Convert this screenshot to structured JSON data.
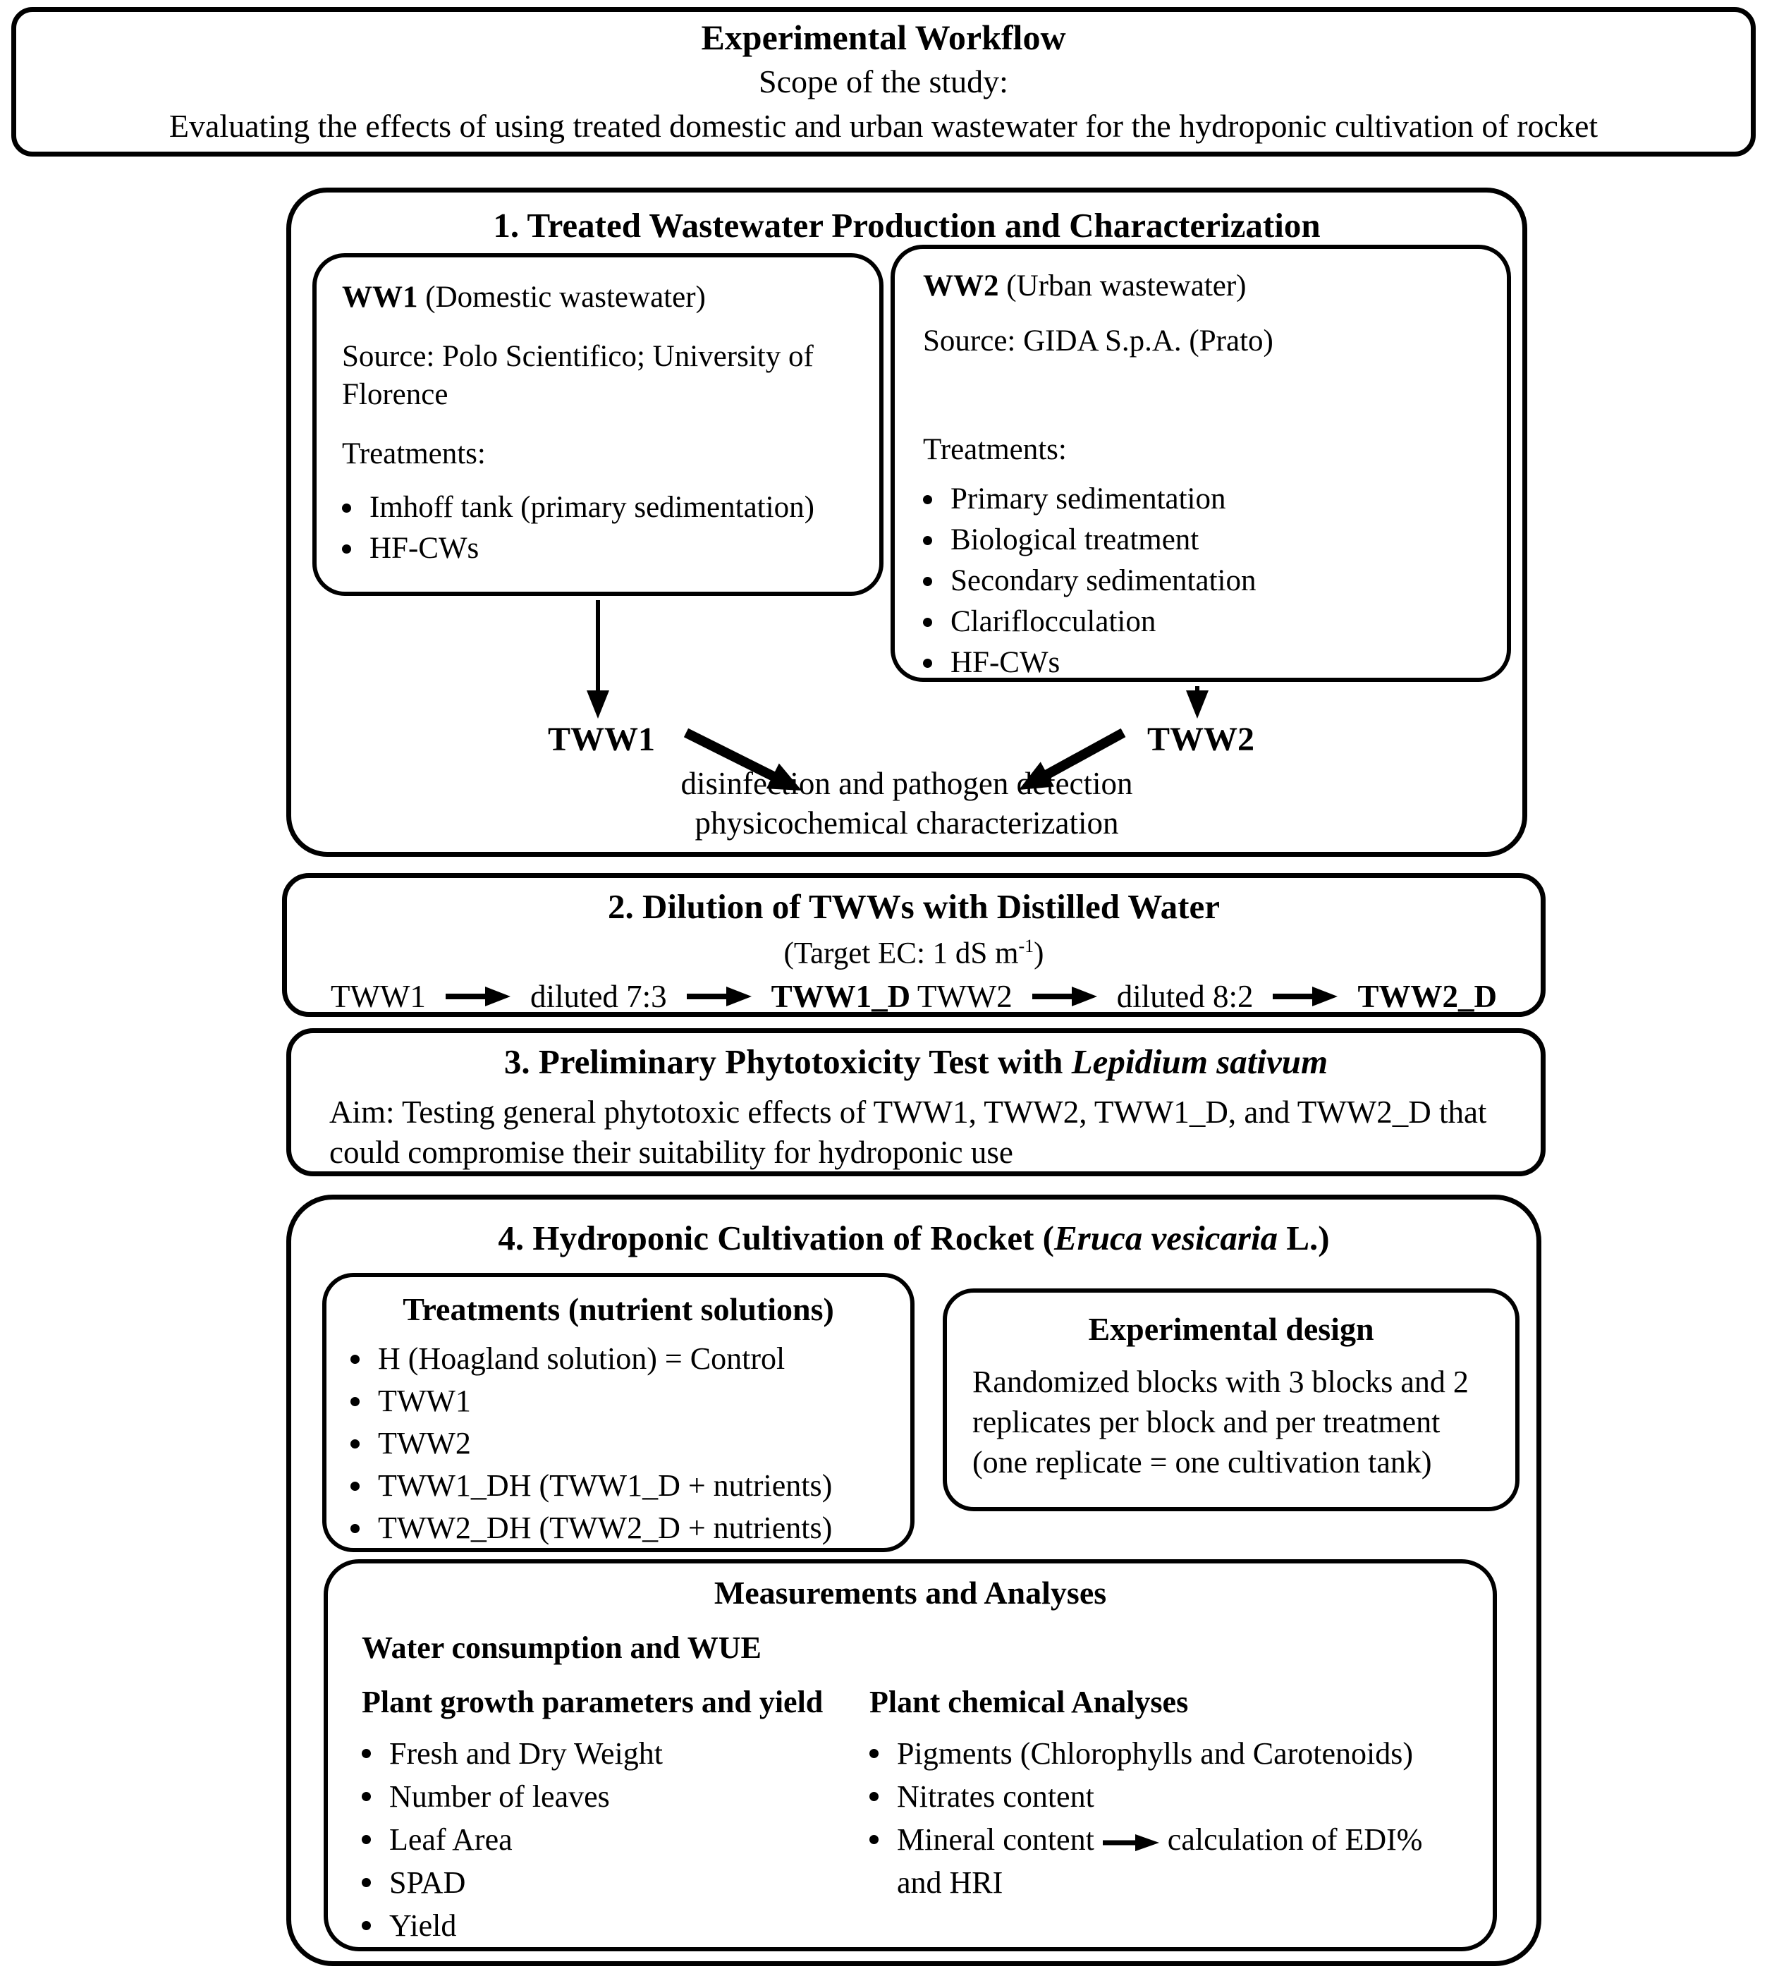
{
  "colors": {
    "ink": "#000000",
    "paper": "#ffffff"
  },
  "icons": {
    "bullet": "bullet-dot-icon",
    "vertical_flow": "arrow-down-icon",
    "diagonal_flow": "arrow-diagonal-icon",
    "dilution_step": "arrow-right-icon",
    "mineral_to_calculation": "arrow-right-icon"
  },
  "top": {
    "title": "Experimental Workflow",
    "subtitle": "Scope of the study:",
    "scope": "Evaluating the effects of using treated domestic and urban wastewater for the hydroponic cultivation of rocket"
  },
  "section1": {
    "title": "1. Treated Wastewater Production and Characterization",
    "ww1": {
      "label": "WW1",
      "label_suffix": " (Domestic wastewater)",
      "source": "Source: Polo Scientifico; University of Florence",
      "treatments_label": "Treatments:",
      "bullets": [
        "Imhoff tank (primary sedimentation)",
        "HF-CWs"
      ]
    },
    "ww2": {
      "label": "WW2",
      "label_suffix": " (Urban wastewater)",
      "source": "Source: GIDA S.p.A. (Prato)",
      "treatments_label": "Treatments:",
      "bullets": [
        "Primary sedimentation",
        "Biological treatment",
        "Secondary sedimentation",
        "Clariflocculation",
        "HF-CWs"
      ]
    },
    "tww1_label": "TWW1",
    "tww2_label": "TWW2",
    "outcome_line1": "disinfection and pathogen detection",
    "outcome_line2": "physicochemical characterization"
  },
  "section2": {
    "title": "2. Dilution of TWWs with Distilled Water",
    "target_prefix": "(Target EC: 1 dS m",
    "target_sup": "-1",
    "target_suffix": ")",
    "flow1": {
      "from": "TWW1",
      "step": "diluted 7:3",
      "to": "TWW1_D"
    },
    "flow2": {
      "from": "TWW2",
      "step": "diluted 8:2",
      "to": "TWW2_D"
    }
  },
  "section3": {
    "title_prefix": "3. Preliminary Phytotoxicity Test with ",
    "title_italic": "Lepidium sativum",
    "body": "Aim: Testing general phytotoxic effects of TWW1, TWW2, TWW1_D, and TWW2_D that could compromise their suitability for hydroponic use"
  },
  "section4": {
    "title_prefix": "4. Hydroponic Cultivation of Rocket (",
    "title_italic": "Eruca vesicaria",
    "title_suffix": " L.)",
    "treatments": {
      "title": "Treatments (nutrient solutions)",
      "bullets": [
        "H (Hoagland solution) = Control",
        "TWW1",
        "TWW2",
        "TWW1_DH (TWW1_D + nutrients)",
        "TWW2_DH (TWW2_D + nutrients)"
      ]
    },
    "design": {
      "title": "Experimental design",
      "body": "Randomized blocks with 3 blocks and 2 replicates per block and per treatment (one replicate = one cultivation tank)"
    },
    "measurements": {
      "title": "Measurements and Analyses",
      "wue": "Water consumption and WUE",
      "growth": {
        "title": "Plant growth parameters and yield",
        "bullets": [
          "Fresh and Dry Weight",
          "Number of leaves",
          "Leaf Area",
          "SPAD",
          "Yield"
        ]
      },
      "chemical": {
        "title": "Plant chemical Analyses",
        "bullets": [
          "Pigments (Chlorophylls and Carotenoids)",
          "Nitrates content"
        ],
        "mineral_prefix": "Mineral content",
        "mineral_suffix": "calculation of EDI% and HRI"
      }
    }
  }
}
